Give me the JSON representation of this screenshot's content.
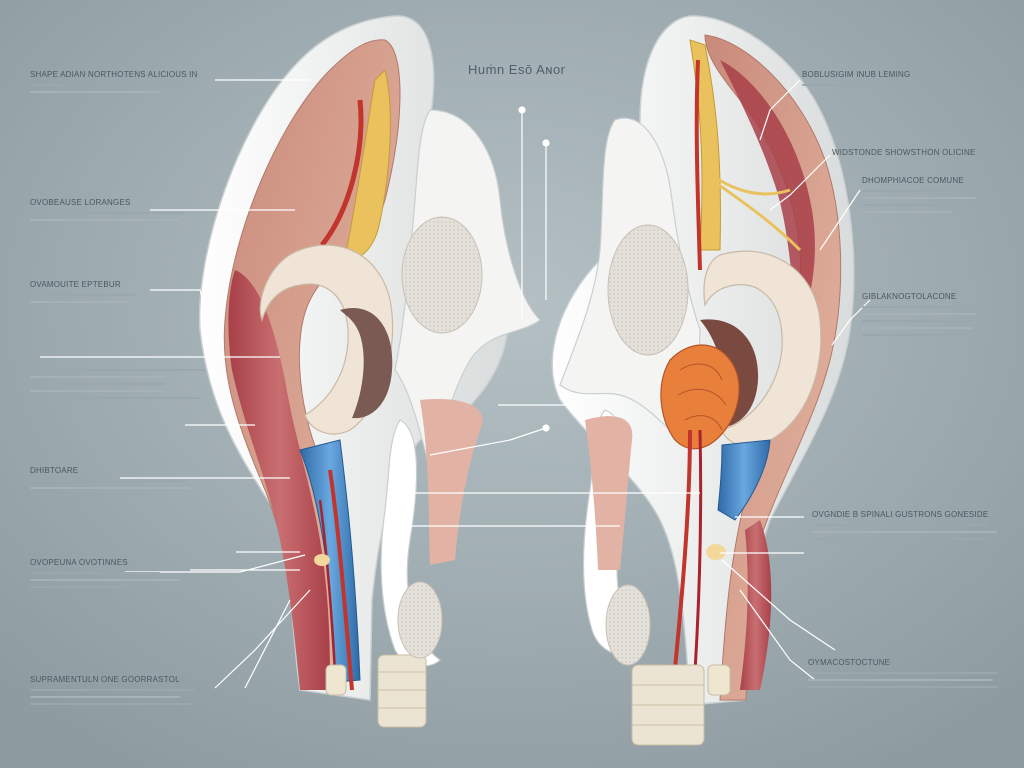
{
  "diagram": {
    "title": "Huṁn Esō Aɴor",
    "palette": {
      "background": "#96a4a9",
      "background_light": "#b4c0c4",
      "cartilage": "#f6f6f4",
      "muscle": "#b9525a",
      "skin": "#d7a592",
      "vein": "#3f82c4",
      "artery": "#c2352d",
      "nerve": "#e9c25e",
      "bone": "#ece4d2",
      "leader_line": "#ffffff"
    },
    "left_labels": [
      {
        "head": "SHAPE ADIAN NORTHOTENS ALICIOUS IN",
        "lines": 2
      },
      {
        "head": "OVOBEAUSE LORANGES",
        "lines": 2
      },
      {
        "head": "OVAMOUITE EPTEBUR",
        "lines": 2
      },
      {
        "head": "",
        "lines": 5
      },
      {
        "head": "DHIBTOARE",
        "lines": 2
      },
      {
        "head": "OVOPEUNA OVOTINNES",
        "lines": 3
      },
      {
        "head": "SUPRAMENTULN ONE GOORRASTOL",
        "lines": 3
      }
    ],
    "right_labels": [
      {
        "head": "BOBLUSIGIM INUB LEMING",
        "lines": 1
      },
      {
        "head": "WIDSTONDE SHOWSTHON OLICINE",
        "lines": 0
      },
      {
        "head": "DHOMPHIACOE COMUNE",
        "lines": 4
      },
      {
        "head": "GIBLAKNOGTOLACONE",
        "lines": 5
      },
      {
        "head": "OVGNDIE B SPINALI GUSTRONS GONESIDE",
        "lines": 3
      },
      {
        "head": "OYMACOSTOCTUNE",
        "lines": 3
      }
    ]
  }
}
